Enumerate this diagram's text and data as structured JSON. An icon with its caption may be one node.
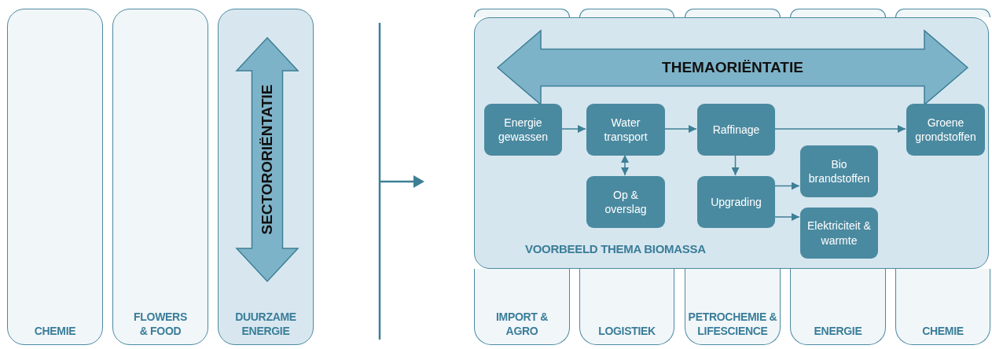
{
  "diagram": {
    "nodes": [
      {
        "text": [
          "CHEMIE"
        ]
      },
      {
        "text": [
          "FLOWERS & FOOD"
        ]
      },
      {
        "text": [
          "DUURZAME ENERGIE"
        ]
      },
      {
        "text": [
          "SECTORORIËNTATIE"
        ],
        "in": 2
      },
      {
        "text": [
          "IMPORT & AGRO"
        ]
      },
      {
        "text": [
          "LOGISTIEK"
        ]
      },
      {
        "text": [
          "PETROCHEMIE & LIFESCIENCE"
        ]
      },
      {
        "text": [
          "ENERGIE"
        ]
      },
      {
        "text": [
          "CHEMIE"
        ]
      },
      {
        "text": [
          "VOORBEELD THEMA BIOMASSA"
        ]
      },
      {
        "text": [
          "THEMAORIËNTATIE"
        ],
        "in": 9
      },
      {
        "text": [
          "Energie gewassen"
        ],
        "in": 9
      },
      {
        "text": [
          "Water transport"
        ],
        "in": 9
      },
      {
        "text": [
          "Raffinage"
        ],
        "in": 9
      },
      {
        "text": [
          "Groene grondstoffen"
        ],
        "in": 9
      },
      {
        "text": [
          "Op & overslag"
        ],
        "in": 9
      },
      {
        "text": [
          "Upgrading"
        ],
        "in": 9
      },
      {
        "text": [
          "Bio brandstoffen"
        ],
        "in": 9
      },
      {
        "text": [
          "Elektriciteit & warmte"
        ],
        "in": 9
      }
    ],
    "edges": [
      {
        "from": 11,
        "to": 12,
        "arrow": "to"
      },
      {
        "from": 12,
        "to": 13,
        "arrow": "to"
      },
      {
        "from": 13,
        "to": 14,
        "arrow": "to"
      },
      {
        "from": 12,
        "to": 15,
        "arrow": "both"
      },
      {
        "from": 13,
        "to": 16,
        "arrow": "to"
      },
      {
        "from": 16,
        "to": 17,
        "arrow": "to"
      },
      {
        "from": 16,
        "to": 18,
        "arrow": "to"
      }
    ]
  }
}
